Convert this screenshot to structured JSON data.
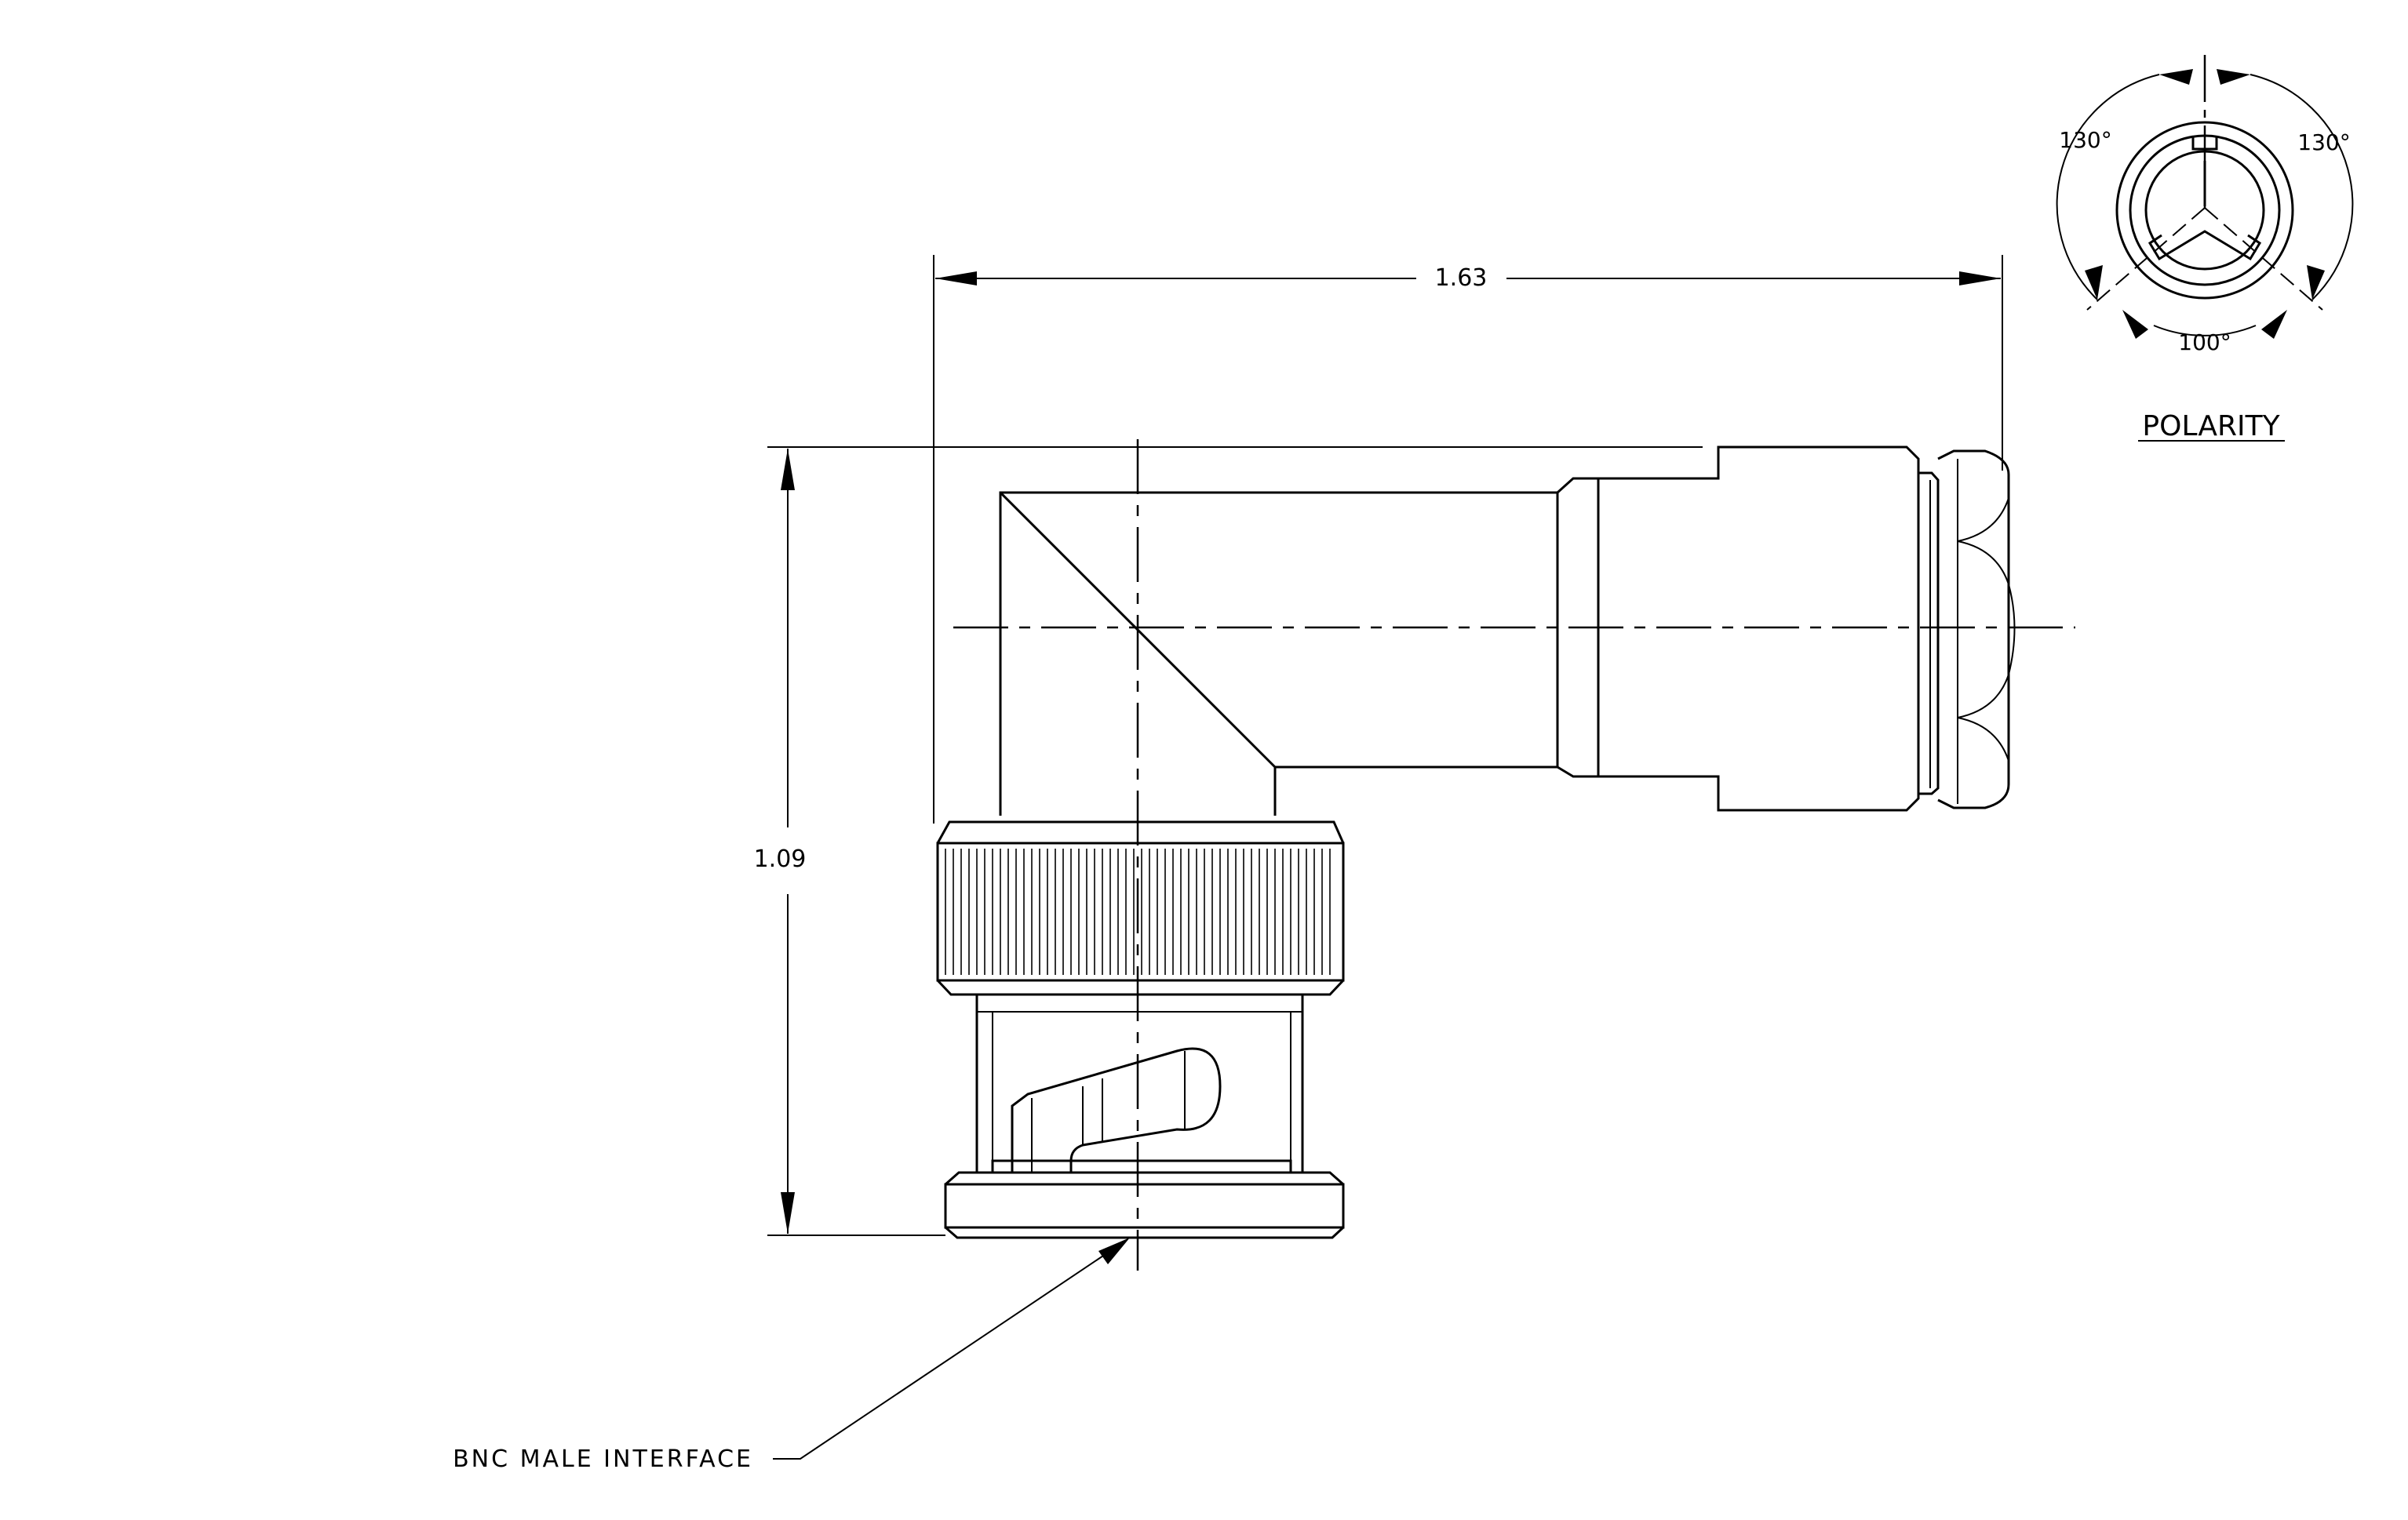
{
  "dimensions": {
    "width": "1.63",
    "height": "1.09"
  },
  "callout": {
    "label": "BNC MALE INTERFACE"
  },
  "polarity": {
    "title": "POLARITY",
    "angle_left": "130°",
    "angle_right": "130°",
    "angle_bottom": "100°"
  }
}
